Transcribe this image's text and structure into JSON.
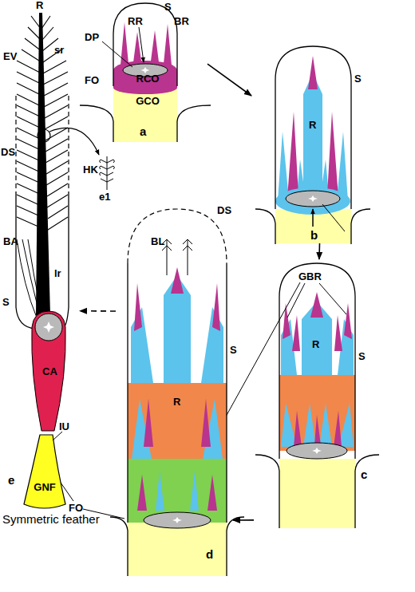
{
  "diagram": {
    "caption": "Symmetric feather",
    "nodes": [
      {
        "text": [
          "a"
        ]
      },
      {
        "text": [
          "RCO"
        ],
        "in": 0
      },
      {
        "text": [
          "GCO"
        ],
        "in": 0
      },
      {
        "text": [
          "b"
        ]
      },
      {
        "text": [
          "c"
        ]
      },
      {
        "text": [
          "d"
        ]
      },
      {
        "text": [
          "e"
        ]
      },
      {
        "text": [
          "CA"
        ],
        "in": 6
      },
      {
        "text": [
          "GNF"
        ],
        "in": 6
      }
    ],
    "edges": [
      {
        "from": 0,
        "to": 3,
        "arrow": "to"
      },
      {
        "from": 3,
        "to": 4,
        "arrow": "to"
      },
      {
        "from": 4,
        "to": 5,
        "arrow": "to"
      },
      {
        "from": 5,
        "to": 6,
        "arrow": "to"
      }
    ],
    "labels": [
      "DP",
      "RR",
      "S",
      "BR",
      "FO",
      "S",
      "R",
      "S",
      "R",
      "GBR",
      "DS",
      "BL",
      "S",
      "R",
      "FO",
      "R",
      "EV",
      "sr",
      "DS",
      "BA",
      "S",
      "lr",
      "IU",
      "HK",
      "e1"
    ]
  }
}
